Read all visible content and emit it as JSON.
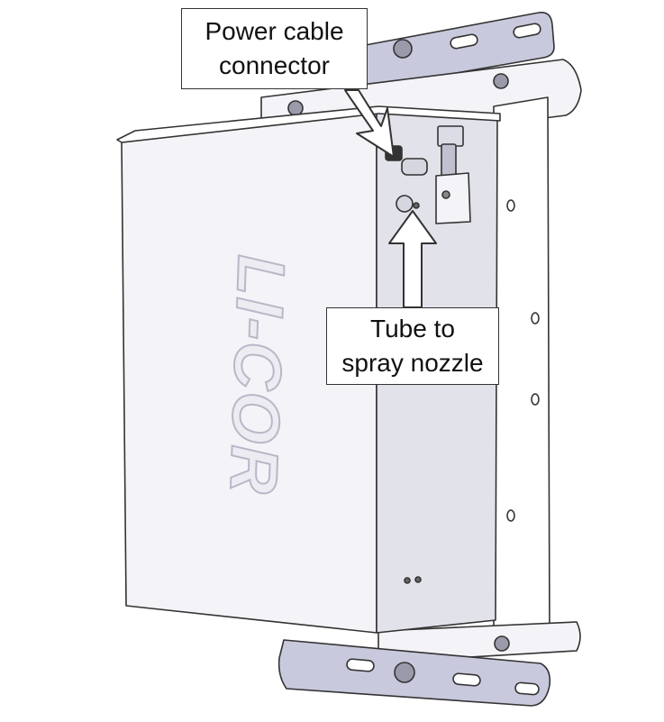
{
  "figure": {
    "brand_logo_text": "LI-COR",
    "colors": {
      "outline": "#333333",
      "panel": "#f4f4f8",
      "panel_shade": "#e2e2ea",
      "bracket": "#c9c9dd",
      "arrow": "#ffffff"
    }
  },
  "callouts": {
    "power": {
      "line1": "Power cable",
      "line2": "connector"
    },
    "tube": {
      "line1": "Tube to",
      "line2": "spray nozzle"
    }
  }
}
